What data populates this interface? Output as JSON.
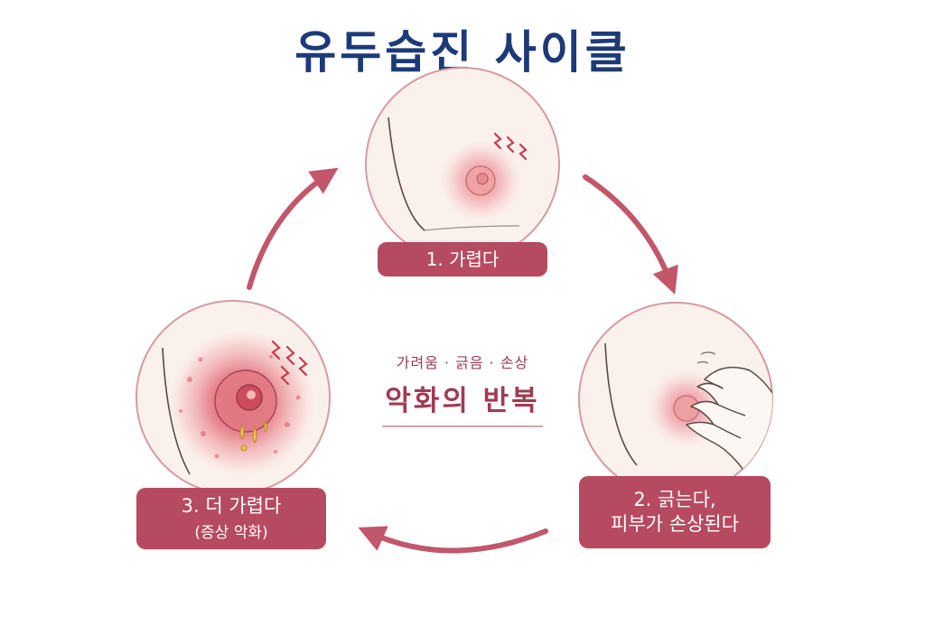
{
  "title": "유두습진 사이클",
  "steps": [
    {
      "label": "1. 가렵다"
    },
    {
      "label_line1": "2. 긁는다,",
      "label_line2": "피부가 손상된다"
    },
    {
      "label_line1": "3. 더 가렵다",
      "label_line2": "(증상 악화)"
    }
  ],
  "center": {
    "subtitle": "가려움 · 긁음 · 손상",
    "headline": "악화의 반복"
  },
  "colors": {
    "title": "#1d3a78",
    "label_bg": "#b54a60",
    "arrow": "#c2566b",
    "accent_text": "#a13a52",
    "circle_bg": "#fbf1ec",
    "circle_border": "#d69aa2"
  },
  "icons": [
    "itch-spark-icon",
    "scratching-hand-icon",
    "discharge-drop-icon",
    "cycle-arrow-icon"
  ]
}
